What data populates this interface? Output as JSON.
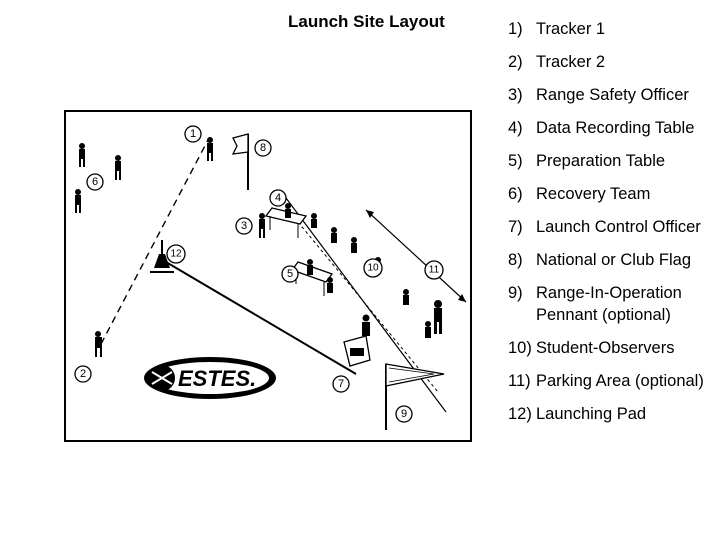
{
  "title": "Launch Site Layout",
  "legend": [
    {
      "num": "1)",
      "text": "Tracker 1"
    },
    {
      "num": "2)",
      "text": "Tracker 2"
    },
    {
      "num": "3)",
      "text": "Range Safety Officer"
    },
    {
      "num": "4)",
      "text": "Data Recording Table"
    },
    {
      "num": "5)",
      "text": "Preparation Table"
    },
    {
      "num": "6)",
      "text": "Recovery Team"
    },
    {
      "num": "7)",
      "text": "Launch Control Officer"
    },
    {
      "num": "8)",
      "text": "National or Club Flag"
    },
    {
      "num": "9)",
      "text": "Range-In-Operation Pennant (optional)"
    },
    {
      "num": "10)",
      "text": "Student-Observers"
    },
    {
      "num": "11)",
      "text": "Parking Area (optional)"
    },
    {
      "num": "12)",
      "text": "Launching Pad"
    }
  ],
  "diagram": {
    "callouts": [
      "1",
      "2",
      "3",
      "4",
      "5",
      "6",
      "7",
      "8",
      "9",
      "10",
      "11",
      "12"
    ],
    "logo_text": "ESTES."
  }
}
